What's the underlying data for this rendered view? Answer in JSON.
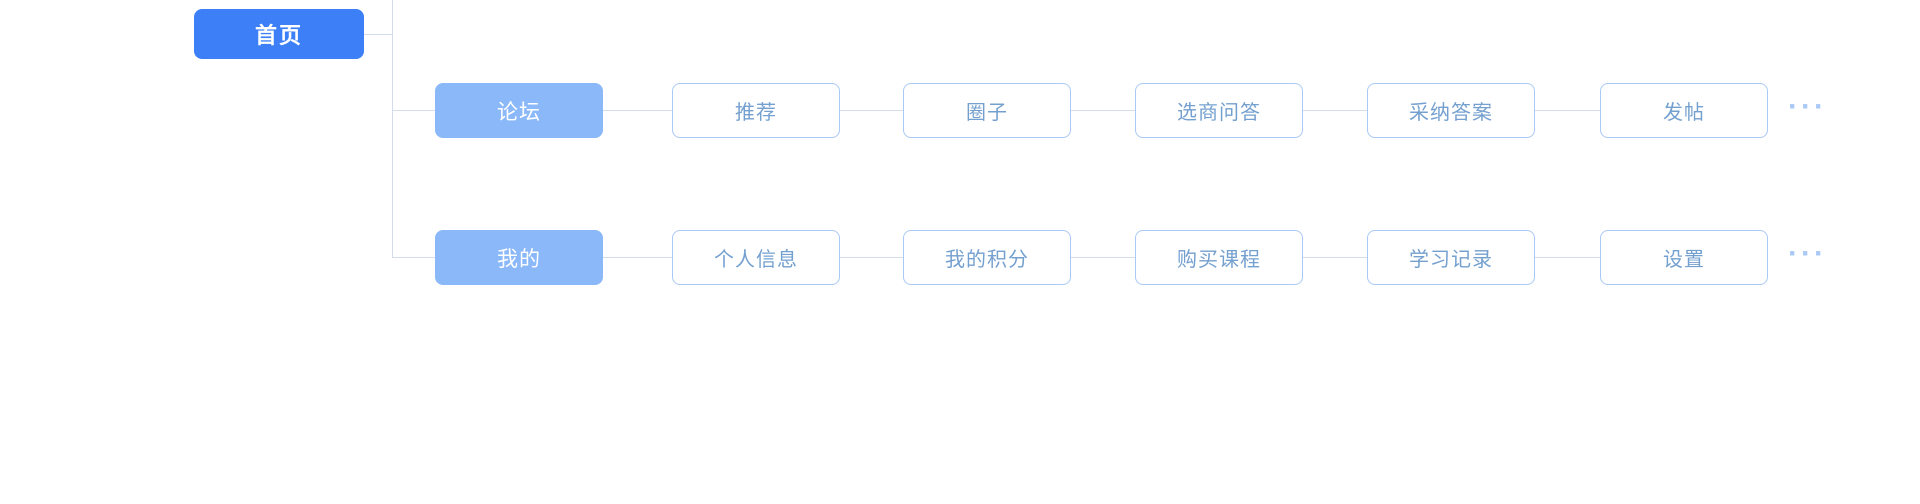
{
  "mindmap": {
    "root": {
      "label": "首页"
    },
    "branches": [
      {
        "label": "论坛",
        "children": [
          "推荐",
          "圈子",
          "选商问答",
          "采纳答案",
          "发帖"
        ],
        "more": "···"
      },
      {
        "label": "我的",
        "children": [
          "个人信息",
          "我的积分",
          "购买课程",
          "学习记录",
          "设置"
        ],
        "more": "···"
      }
    ],
    "colors": {
      "root_bg": "#3d7ff7",
      "branch_bg": "#8bb8f8",
      "leaf_border": "#a9c9f6",
      "leaf_text": "#74a0cf",
      "connector": "#d3ddea"
    }
  }
}
